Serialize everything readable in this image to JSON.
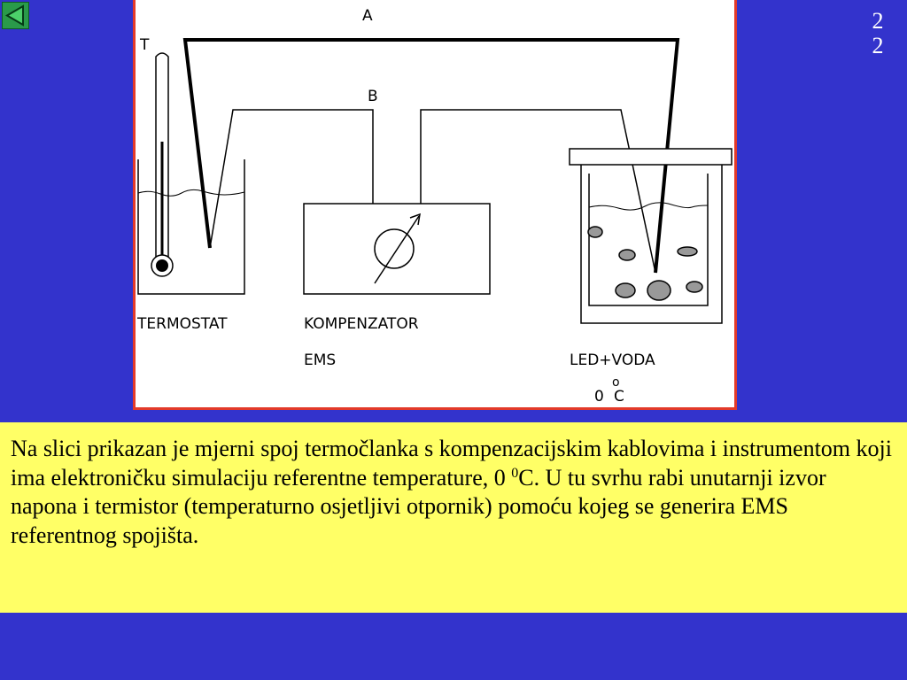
{
  "page": {
    "number_digits": [
      "2",
      "2"
    ]
  },
  "nav": {
    "back_icon": "triangle-left-icon"
  },
  "figure": {
    "wire_a": "A",
    "wire_b": "B",
    "thermometer_label": "T",
    "labels": {
      "thermostat": "TERMOSTAT",
      "compensator": "KOMPENZATOR",
      "ems": "EMS",
      "ice_water": "LED+VODA",
      "zero": "0",
      "degree_sign": "o",
      "celsius": "C"
    },
    "colors": {
      "frame_border": "#e23a2a",
      "page_background": "#3333cc",
      "caption_background": "#ffff66"
    }
  },
  "caption": {
    "line_before_sup": "Na slici prikazan je mjerni spoj termočlanka s kompenzacijskim kablovima i instrumentom koji ima elektroničku simulaciju referentne temperature, 0 ",
    "superscript": "0",
    "line_after_sup": "C. U tu svrhu rabi unutarnji izvor napona i termistor (temperaturno osjetljivi otpornik) pomoću kojeg se generira EMS referentnog spojišta."
  }
}
